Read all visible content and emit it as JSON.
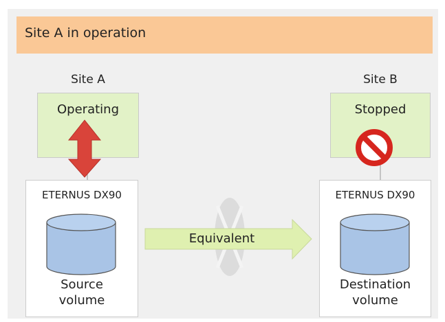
{
  "banner": {
    "title": "Site A in operation"
  },
  "site_a": {
    "label": "Site A",
    "status": "Operating",
    "storage": "ETERNUS DX90",
    "volume_line1": "Source",
    "volume_line2": "volume"
  },
  "site_b": {
    "label": "Site B",
    "status": "Stopped",
    "storage": "ETERNUS DX90",
    "volume_line1": "Destination",
    "volume_line2": "volume"
  },
  "link": {
    "label": "Equivalent"
  },
  "colors": {
    "banner": "#fac896",
    "status_box": "#e2f2c7",
    "cylinder": "#a9c4e6",
    "arrow_red": "#d9443a",
    "arrow_green": "#dff0b0",
    "prohibit": "#d6261e"
  },
  "icons": {
    "access_arrow": "double-arrow-icon",
    "stopped": "prohibited-icon",
    "suspend": "x-mark-ellipse-icon"
  }
}
